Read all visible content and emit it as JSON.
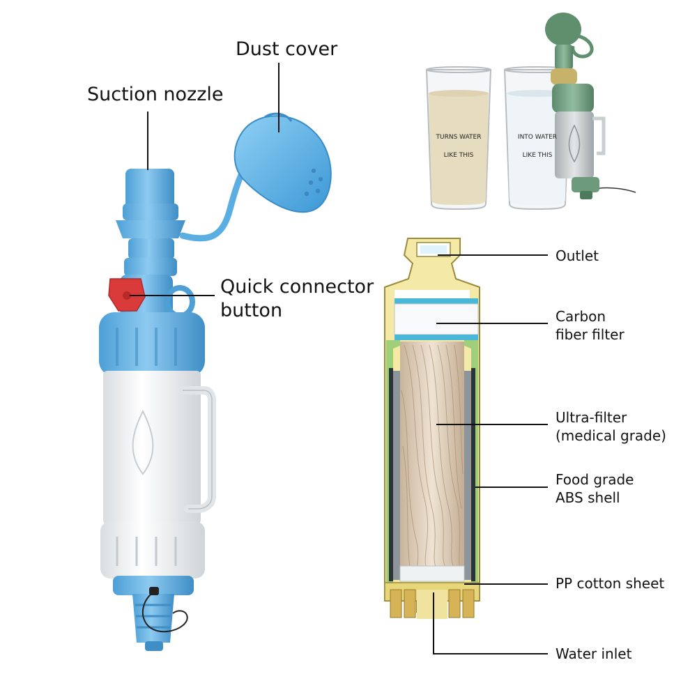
{
  "left_labels": {
    "suction_nozzle": "Suction nozzle",
    "dust_cover": "Dust cover",
    "quick_connector_line1": "Quick connector",
    "quick_connector_line2": "button"
  },
  "glasses": {
    "dirty_line1": "TURNS WATER",
    "dirty_line2": "LIKE THIS",
    "clean_line1": "INTO WATER",
    "clean_line2": "LIKE THIS",
    "dirty_color": "#e6dcc0",
    "clean_color": "#eef4f7"
  },
  "cutaway_labels": {
    "outlet": "Outlet",
    "carbon_line1": "Carbon",
    "carbon_line2": "fiber filter",
    "ultra_line1": "Ultra-filter",
    "ultra_line2": "(medical grade)",
    "shell_line1": "Food grade",
    "shell_line2": "ABS shell",
    "pp_cotton": "PP cotton sheet",
    "water_inlet": "Water inlet"
  },
  "colors": {
    "blue_body": "#5aaee2",
    "white_body": "#f1f3f4",
    "red_button": "#d93a3a",
    "yellow_cap": "#e8d67a",
    "green_filter": "#6f9a7c",
    "fiber": "#d9c9b4"
  }
}
